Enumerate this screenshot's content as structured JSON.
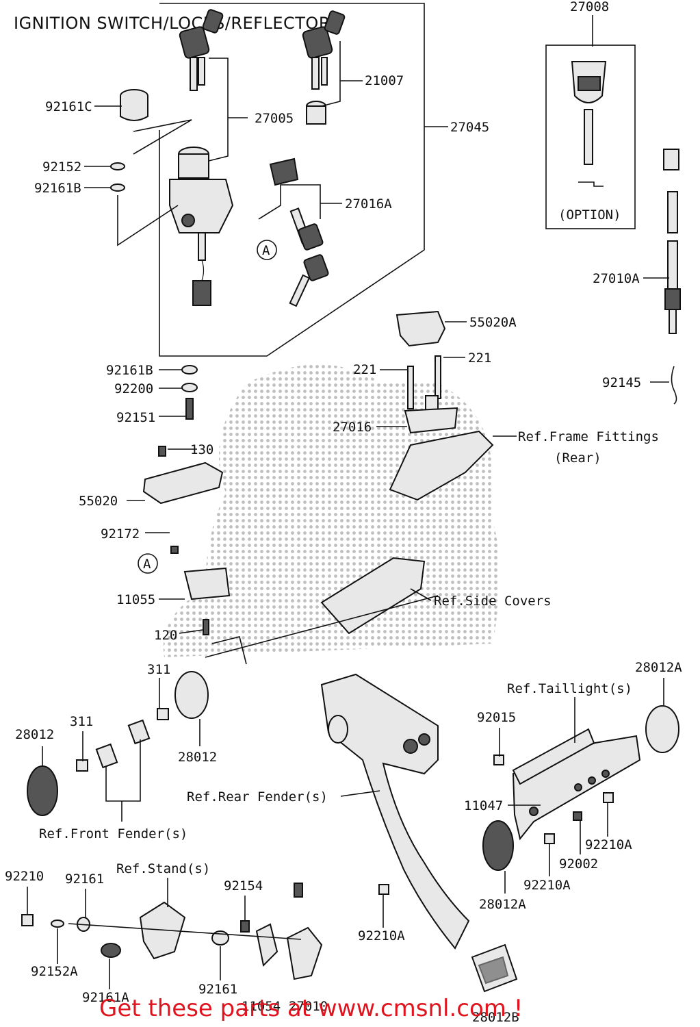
{
  "title": "IGNITION SWITCH/LOCKS/REFLECTORS",
  "footer": "Get these parts at www.cmsnl.com !",
  "labels": {
    "p27008": "27008",
    "p21007": "21007",
    "p92161C": "92161C",
    "p27005": "27005",
    "p27045": "27045",
    "p92152": "92152",
    "p92161B_top": "92161B",
    "p27016A": "27016A",
    "p27010A": "27010A",
    "option": "(OPTION)",
    "p55020A": "55020A",
    "p92161B_mid": "92161B",
    "p221_left": "221",
    "p221_right": "221",
    "p92200": "92200",
    "p92145": "92145",
    "p92151": "92151",
    "p27016": "27016",
    "ref_frame_fittings": "Ref.Frame Fittings",
    "ref_frame_rear": "(Rear)",
    "p130": "130",
    "p55020": "55020",
    "p92172": "92172",
    "p11055": "11055",
    "ref_side_covers": "Ref.Side Covers",
    "p120": "120",
    "p311_top": "311",
    "p28012A_top": "28012A",
    "ref_taillight": "Ref.Taillight(s)",
    "p311_mid": "311",
    "p28012_left": "28012",
    "p92015": "92015",
    "p28012_mid": "28012",
    "ref_rear_fender": "Ref.Rear Fender(s)",
    "p11047": "11047",
    "ref_front_fender": "Ref.Front Fender(s)",
    "p92210A_right": "92210A",
    "p92002": "92002",
    "ref_stand": "Ref.Stand(s)",
    "p92210": "92210",
    "p92161_top": "92161",
    "p92154": "92154",
    "p92210A_mid": "92210A",
    "p28012A_bottom": "28012A",
    "p92210A_bottom": "92210A",
    "p92152A": "92152A",
    "p92161_bottom": "92161",
    "p92161A": "92161A",
    "p11054": "11054",
    "p27010": "27010",
    "p28012B": "28012B",
    "marker_a": "A"
  }
}
